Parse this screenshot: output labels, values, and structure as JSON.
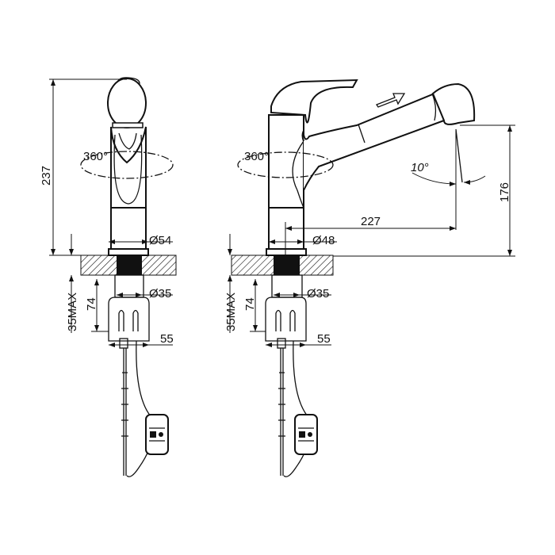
{
  "left_view": {
    "height_label": "237",
    "rotation_label": "360°",
    "body_diameter_label": "Ø54",
    "shank_diameter_label": "Ø35",
    "shank_length_label": "74",
    "counter_thickness_label": "35MAX",
    "nut_width_label": "55"
  },
  "right_view": {
    "rotation_label": "360°",
    "spray_angle_label": "10°",
    "reach_label": "227",
    "spout_height_label": "176",
    "body_diameter_label": "Ø48",
    "shank_diameter_label": "Ø35",
    "shank_length_label": "74",
    "counter_thickness_label": "35MAX",
    "nut_width_label": "55"
  }
}
